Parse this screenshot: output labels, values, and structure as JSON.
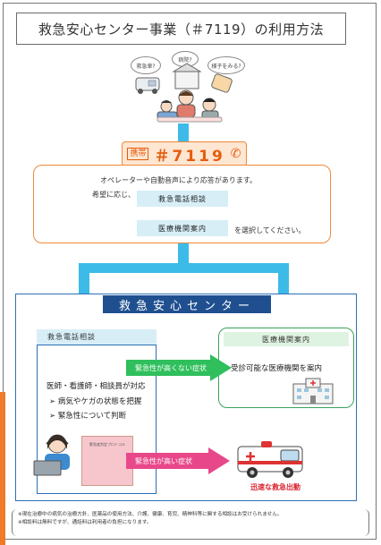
{
  "title": "救急安心センター事業（＃7119）の利用方法",
  "illustration": {
    "bubbles": [
      "救急車?",
      "病院?",
      "様子をみる?"
    ]
  },
  "number_pill": {
    "badge": "携帯",
    "number": "＃7119"
  },
  "guidance": {
    "line1": "オペレーターや自動音声により応答があります。",
    "line2": "希望に応じ、",
    "option1": "救急電話相談",
    "option2": "医療機関案内",
    "line3": "を選択してください。"
  },
  "center": {
    "label": "救急安心センター",
    "consult": {
      "heading": "救急電話相談",
      "responder": "医師・看護師・相談員が対応",
      "bullet1": "病気やケガの状態を把握",
      "bullet2": "緊急性について判断",
      "doc_title": "緊急度判定プロトコル"
    },
    "medical": {
      "heading": "医療機関案内",
      "text": "受診可能な医療機関を案内"
    },
    "flag_low": "緊急性が高くない症状",
    "flag_high": "緊急性が高い症状",
    "dispatch": "迅速な救急出動"
  },
  "notes": [
    "※現在治療中の病気の治療方針、医薬品の使用方法、介護、健康、育児、精神科等に関する相談はお受けられません。",
    "※相談料は無料ですが、通話料は利用者の負担になります。"
  ],
  "colors": {
    "accent_blue": "#3dbbe8",
    "navy": "#1f4f8f",
    "orange": "#ef8a3a",
    "green": "#3aa35a",
    "pink": "#e8488a"
  }
}
